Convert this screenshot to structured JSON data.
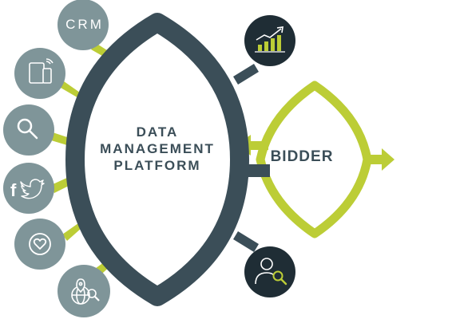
{
  "diagram": {
    "center_title_lines": [
      "DATA",
      "MANAGEMENT",
      "PLATFORM"
    ],
    "bidder_label": "BIDDER",
    "sources": [
      {
        "id": "crm",
        "label": "CRM",
        "icon": "crm-icon"
      },
      {
        "id": "devices",
        "icon": "tablet-phone-icon"
      },
      {
        "id": "search",
        "icon": "search-icon"
      },
      {
        "id": "social",
        "icon": "facebook-twitter-icon"
      },
      {
        "id": "health",
        "icon": "heart-icon"
      },
      {
        "id": "location",
        "icon": "globe-location-icon"
      }
    ],
    "outputs": [
      {
        "id": "analytics",
        "icon": "bar-chart-growth-icon"
      },
      {
        "id": "audience",
        "icon": "person-search-icon"
      }
    ],
    "colors": {
      "dark_slate": "#3b4e58",
      "source_circle": "#7f9599",
      "accent_green": "#bccd36",
      "output_circle": "#1f2d35",
      "white": "#ffffff"
    }
  }
}
